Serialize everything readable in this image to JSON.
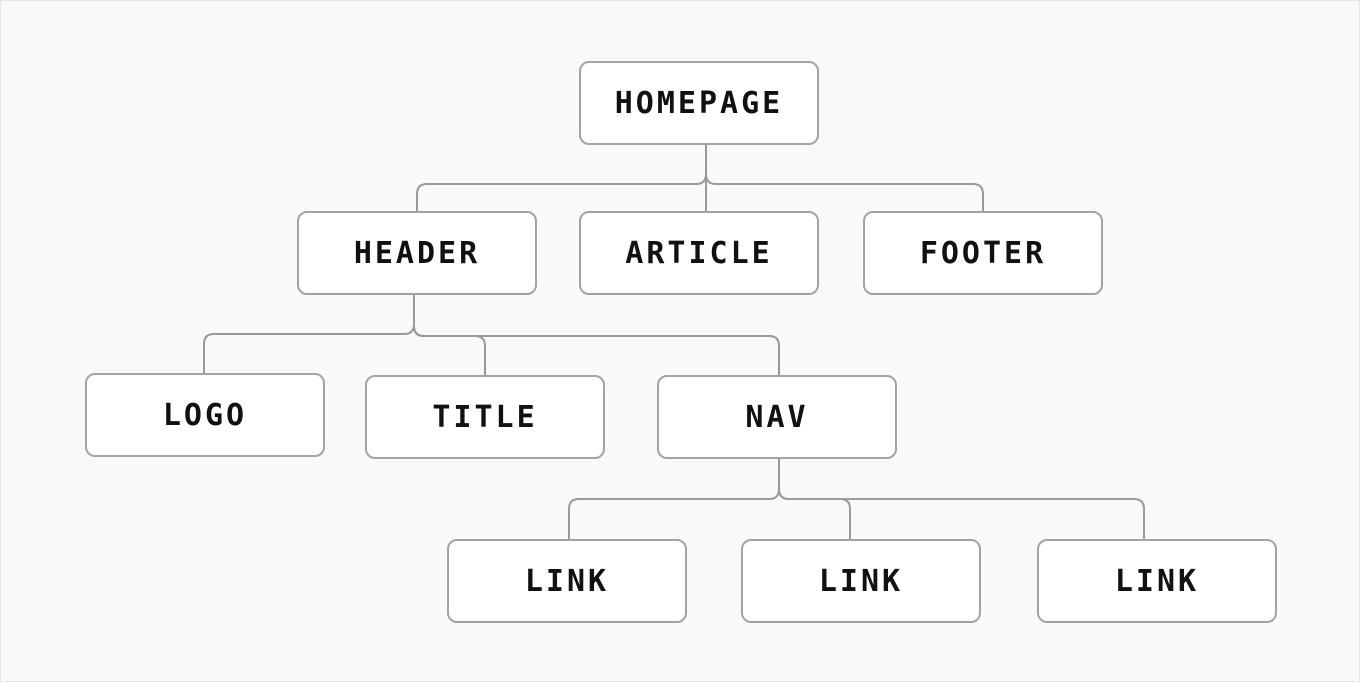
{
  "tree": {
    "root": {
      "label": "HOMEPAGE"
    },
    "level1": [
      {
        "label": "HEADER"
      },
      {
        "label": "ARTICLE"
      },
      {
        "label": "FOOTER"
      }
    ],
    "header_children": [
      {
        "label": "LOGO"
      },
      {
        "label": "TITLE"
      },
      {
        "label": "NAV"
      }
    ],
    "nav_children": [
      {
        "label": "LINK"
      },
      {
        "label": "LINK"
      },
      {
        "label": "LINK"
      }
    ]
  },
  "colors": {
    "background": "#f9f9f9",
    "node_fill": "#ffffff",
    "node_border": "#a3a3a3",
    "connector": "#9a9a9a",
    "text": "#111111"
  }
}
